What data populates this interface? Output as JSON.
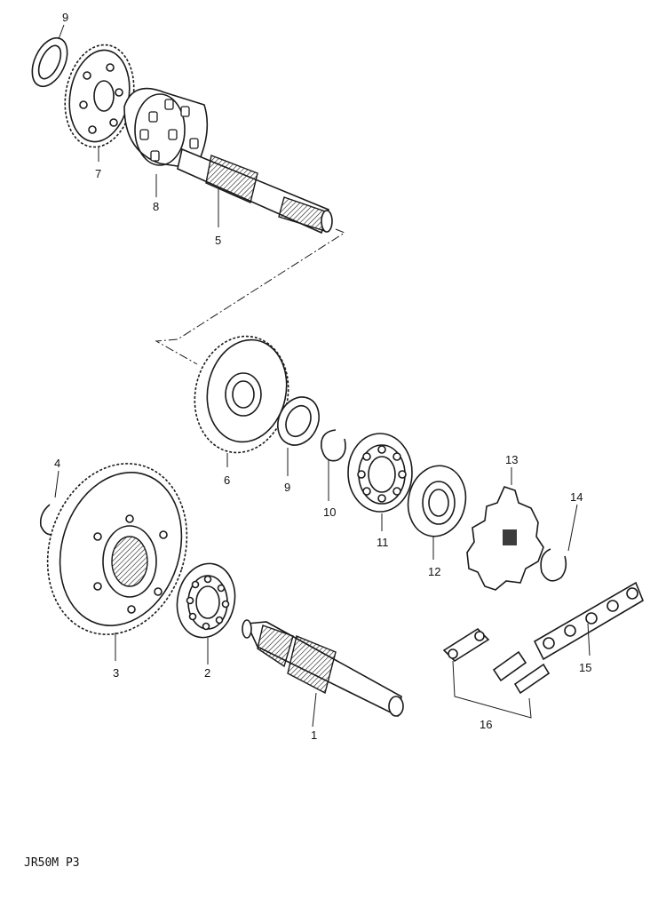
{
  "callouts": {
    "p1": "1",
    "p2": "2",
    "p3": "3",
    "p4": "4",
    "p5": "5",
    "p6": "6",
    "p7": "7",
    "p8": "8",
    "p9a": "9",
    "p9b": "9",
    "p10": "10",
    "p11": "11",
    "p12": "12",
    "p13": "13",
    "p14": "14",
    "p15": "15",
    "p16": "16"
  },
  "drawing_code": "JR50M P3",
  "icons": {
    "gear": "gear-icon",
    "washer": "washer-icon",
    "circlip": "circlip-icon",
    "bearing": "bearing-icon",
    "shaft": "shaft-icon",
    "sprocket": "sprocket-icon",
    "chain": "chain-icon",
    "chain-joint": "chain-joint-icon",
    "hub": "damper-hub-icon"
  }
}
